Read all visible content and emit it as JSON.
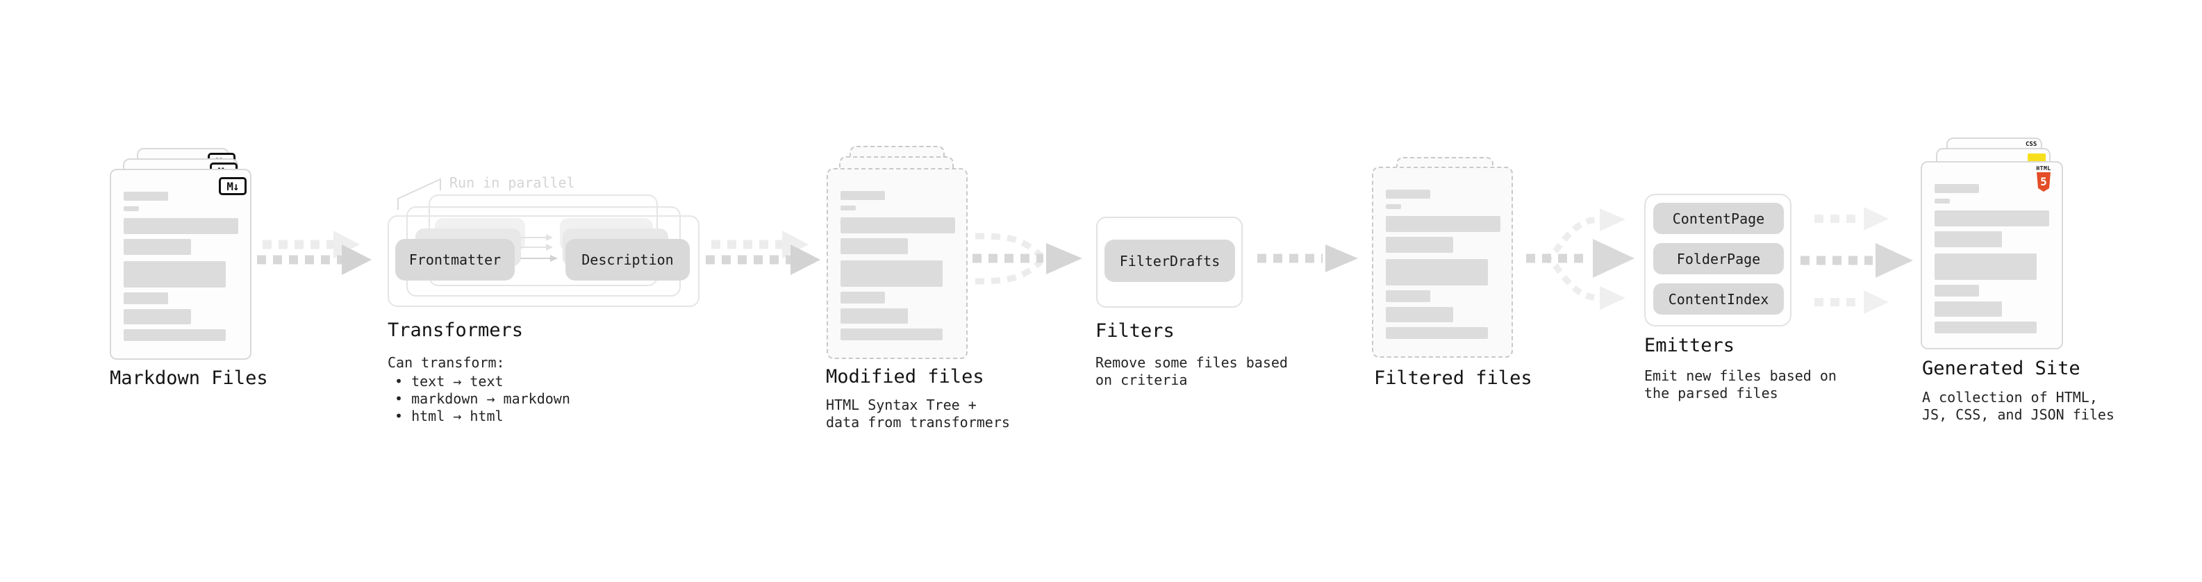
{
  "colors": {
    "accent_html5": "#e44d26",
    "accent_js": "#f7df1e",
    "accent_css": "#2965f1",
    "button_fill": "#d9d9d9",
    "text": "#1c1c1c",
    "muted_annotation": "#d4d4d4"
  },
  "icons": {
    "markdown_badge": "M↓",
    "html5_word": "HTML",
    "html5_number": "5",
    "css_badge": "CSS"
  },
  "stages": {
    "markdown_files": {
      "label": "Markdown Files"
    },
    "transformers": {
      "annotation": "Run in parallel",
      "step_left": "Frontmatter",
      "step_right": "Description",
      "title": "Transformers",
      "subtitle": "Can transform:",
      "bullets": [
        "• text → text",
        "• markdown → markdown",
        "• html → html"
      ]
    },
    "modified_files": {
      "label": "Modified files",
      "desc": [
        "HTML Syntax Tree +",
        "data from transformers"
      ]
    },
    "filters": {
      "title": "Filters",
      "button": "FilterDrafts",
      "desc": [
        "Remove some files based",
        "on criteria"
      ]
    },
    "filtered_files": {
      "label": "Filtered files"
    },
    "emitters": {
      "title": "Emitters",
      "buttons": [
        "ContentPage",
        "FolderPage",
        "ContentIndex"
      ],
      "desc": [
        "Emit new files based on",
        "the parsed files"
      ]
    },
    "generated_site": {
      "label": "Generated Site",
      "desc": [
        "A collection of HTML,",
        "JS, CSS, and JSON files"
      ]
    }
  }
}
